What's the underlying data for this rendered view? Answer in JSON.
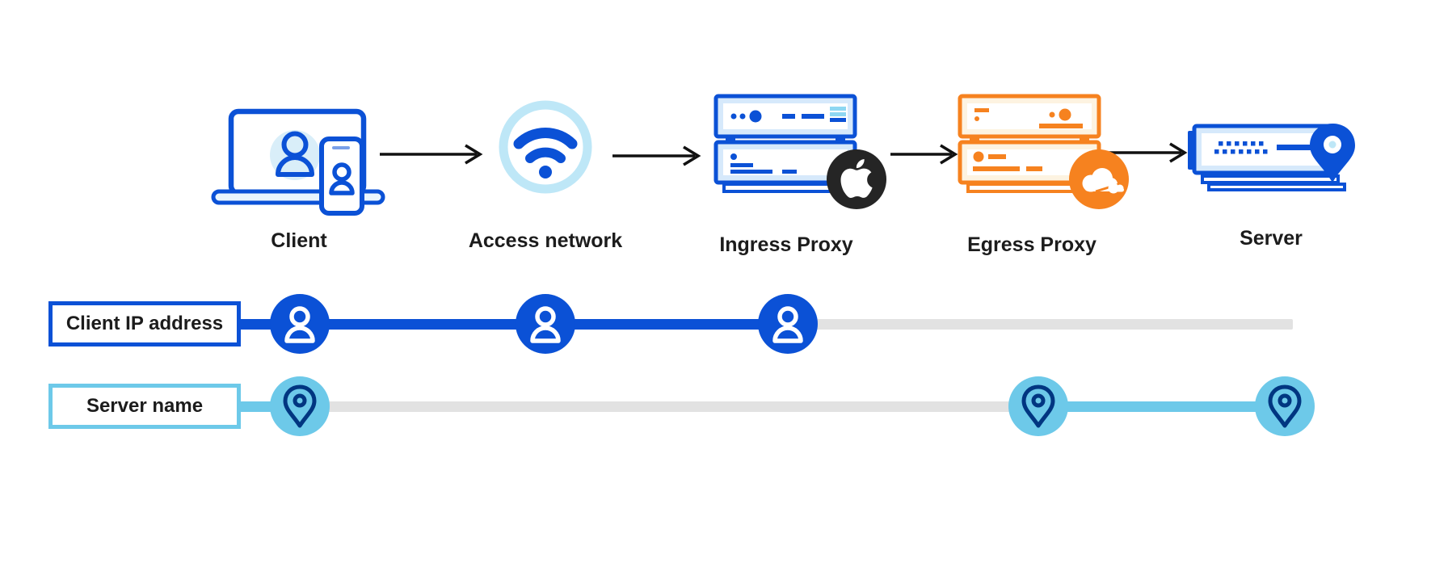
{
  "flow": {
    "nodes": [
      {
        "id": "client",
        "label": "Client",
        "icon": "client-device-icon"
      },
      {
        "id": "access-network",
        "label": "Access network",
        "icon": "wifi-icon"
      },
      {
        "id": "ingress-proxy",
        "label": "Ingress Proxy",
        "icon": "server-stack-blue-icon",
        "badge": "apple-logo-icon"
      },
      {
        "id": "egress-proxy",
        "label": "Egress Proxy",
        "icon": "server-stack-orange-icon",
        "badge": "cloudflare-logo-icon"
      },
      {
        "id": "server",
        "label": "Server",
        "icon": "server-pin-icon"
      }
    ]
  },
  "tracks": [
    {
      "id": "client-ip",
      "label": "Client IP address",
      "marker": "person-icon",
      "active_color": "#0B51D6",
      "inactive_color": "#E2E2E2",
      "visible_at": [
        "Client",
        "Access network",
        "Ingress Proxy"
      ]
    },
    {
      "id": "server-name",
      "label": "Server name",
      "marker": "location-pin-icon",
      "active_color": "#6DC9E9",
      "inactive_color": "#E2E2E2",
      "visible_at": [
        "Client",
        "Egress Proxy",
        "Server"
      ]
    }
  ],
  "colors": {
    "blue": "#0B51D6",
    "light_blue": "#6DC9E9",
    "pale_ring": "#BEE7F7",
    "navy": "#003681",
    "orange": "#F6821F",
    "cream": "#FDF3E1",
    "track_gray": "#E2E2E2",
    "badge_black": "#252525",
    "arrow_black": "#111111",
    "text": "#1C1C1C"
  }
}
